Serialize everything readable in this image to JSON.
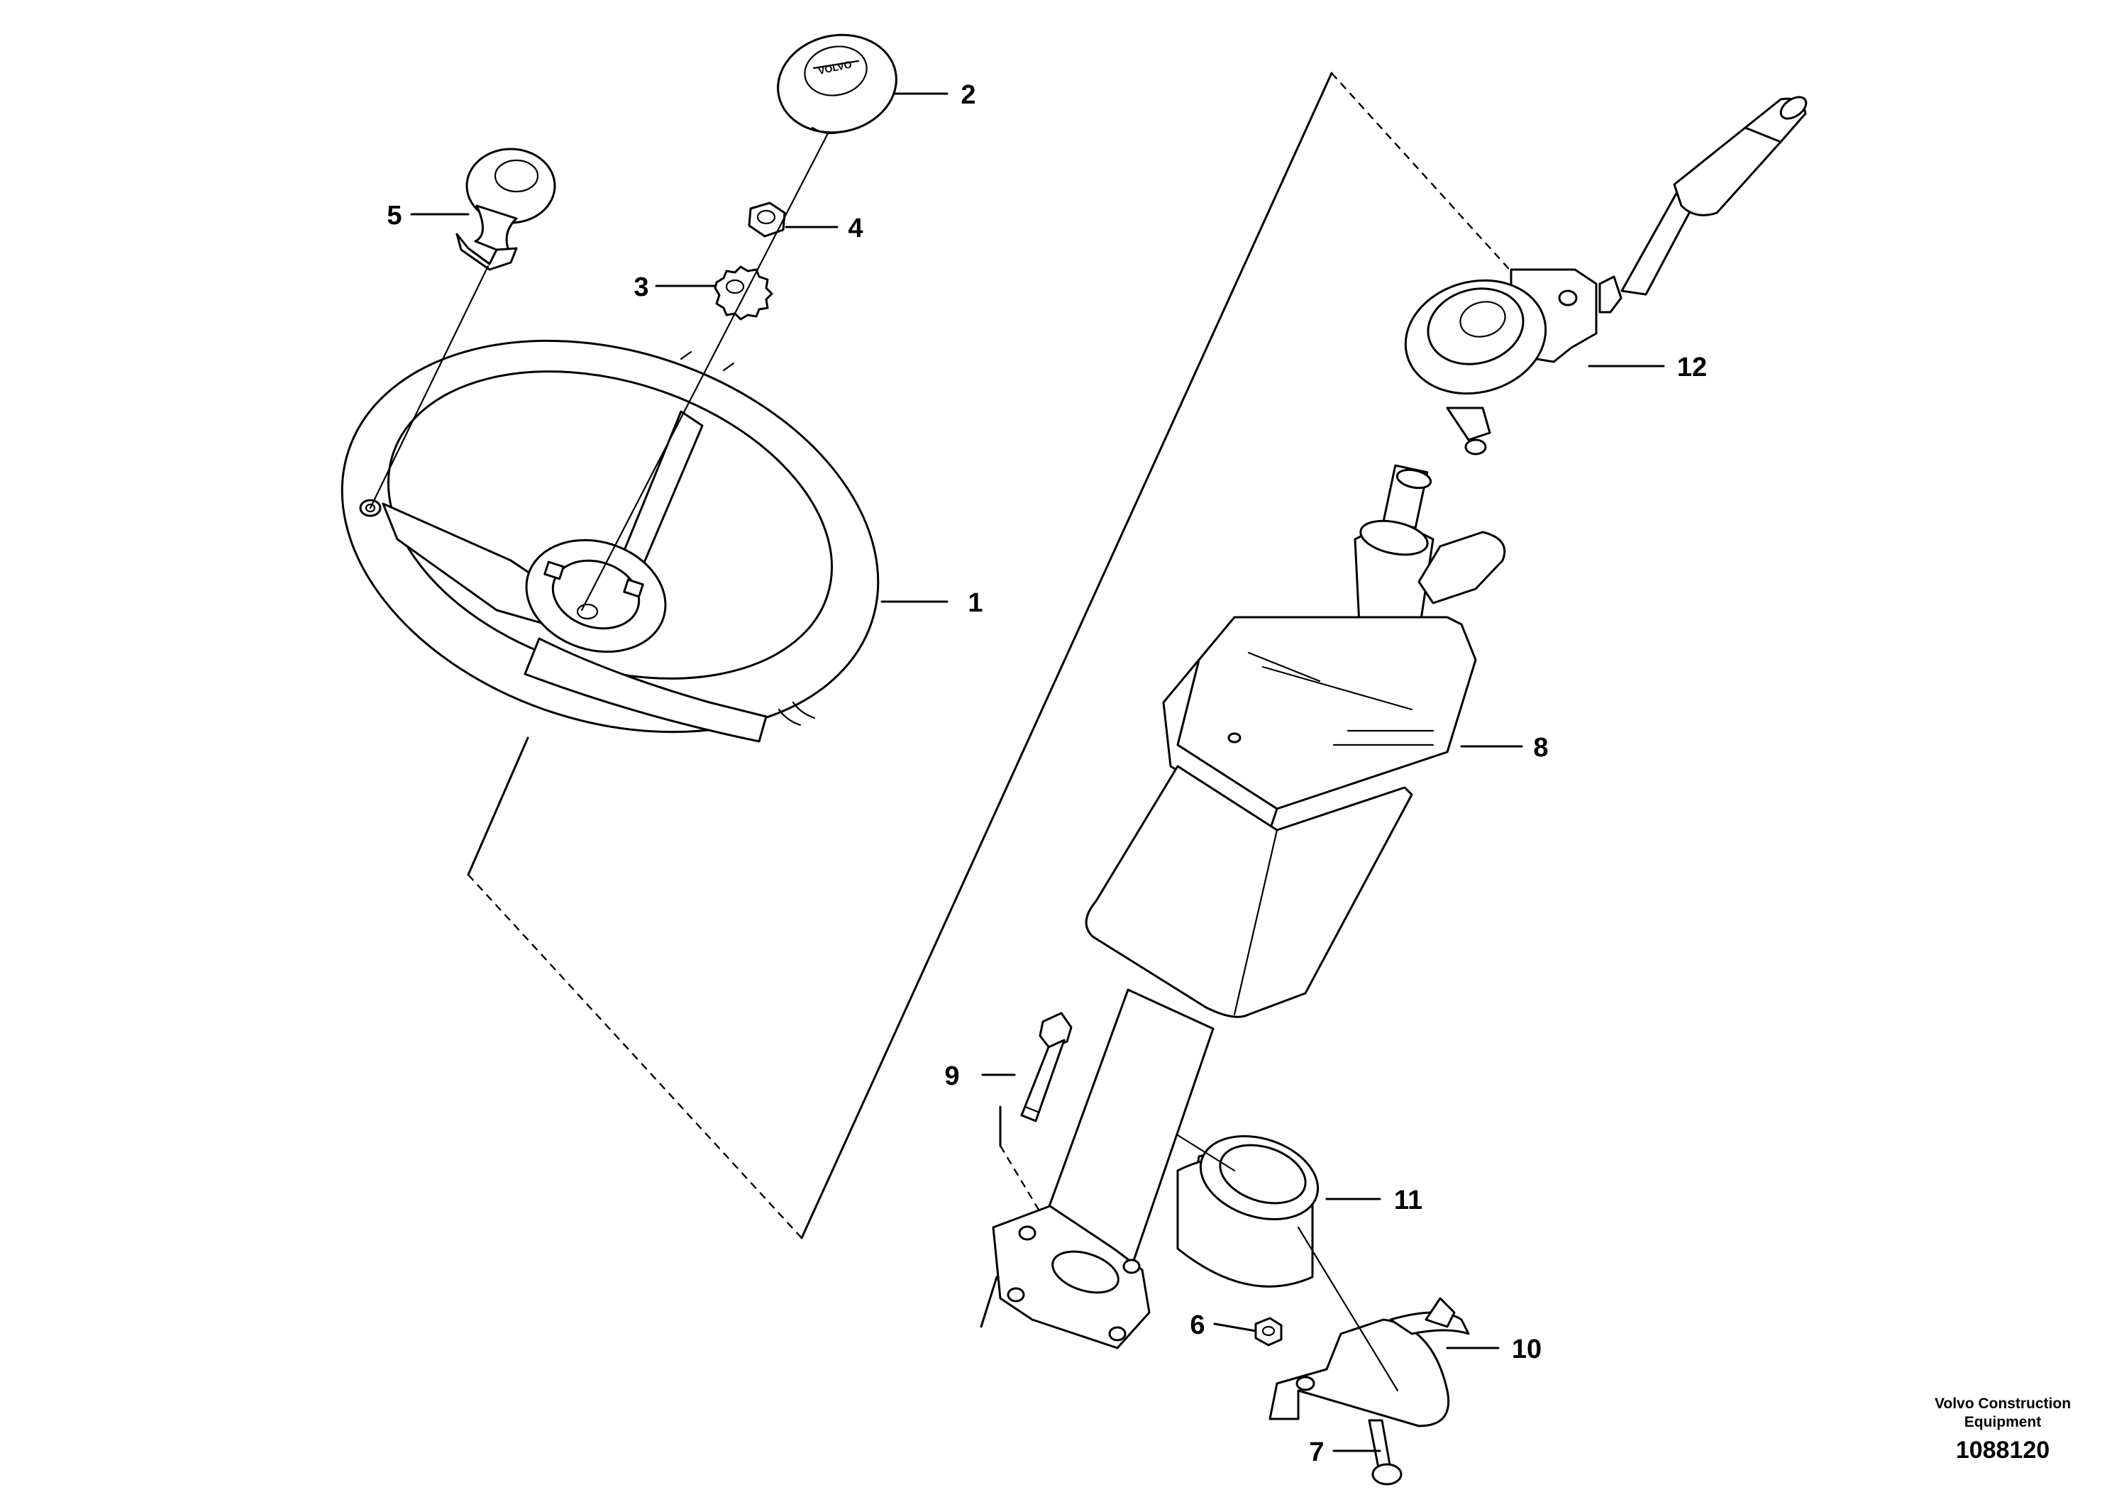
{
  "callouts": [
    {
      "id": "1",
      "label": "1"
    },
    {
      "id": "2",
      "label": "2"
    },
    {
      "id": "3",
      "label": "3"
    },
    {
      "id": "4",
      "label": "4"
    },
    {
      "id": "5",
      "label": "5"
    },
    {
      "id": "6",
      "label": "6"
    },
    {
      "id": "7",
      "label": "7"
    },
    {
      "id": "8",
      "label": "8"
    },
    {
      "id": "9",
      "label": "9"
    },
    {
      "id": "10",
      "label": "10"
    },
    {
      "id": "11",
      "label": "11"
    },
    {
      "id": "12",
      "label": "12"
    }
  ],
  "credit": {
    "line1": "Volvo Construction",
    "line2": "Equipment",
    "ref_number": "1088120"
  },
  "brand_badge_text": "VOLVO",
  "colors": {
    "line": "#000000",
    "background": "#ffffff"
  }
}
